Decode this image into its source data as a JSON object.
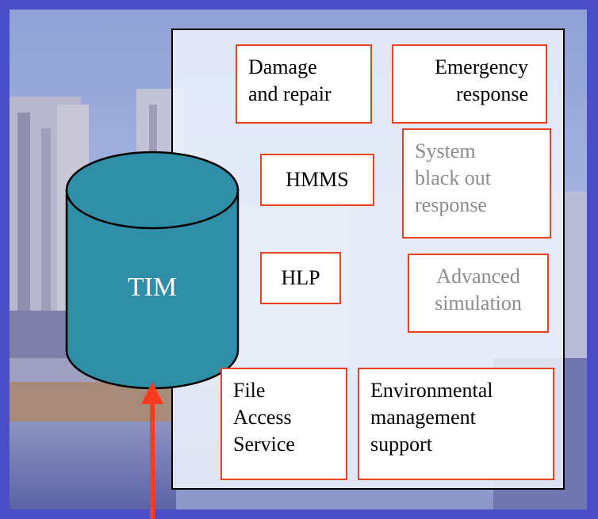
{
  "diagram": {
    "store_label": "TIM",
    "boxes": [
      {
        "id": "damage",
        "text": "Damage\nand repair",
        "state": "active"
      },
      {
        "id": "emergency",
        "text": "Emergency\nresponse",
        "state": "active"
      },
      {
        "id": "hmms",
        "text": "HMMS",
        "state": "active"
      },
      {
        "id": "blackout",
        "text": "System\nblack out\nresponse",
        "state": "inactive"
      },
      {
        "id": "hlp",
        "text": "HLP",
        "state": "active"
      },
      {
        "id": "advanced",
        "text": "Advanced\nsimulation",
        "state": "inactive"
      },
      {
        "id": "file_access",
        "text": "File\nAccess\nService",
        "state": "active"
      },
      {
        "id": "environmental",
        "text": "Environmental\nmanagement\n support",
        "state": "active"
      }
    ]
  },
  "colors": {
    "frame": "#4a4fc9",
    "box_border": "#e8421e",
    "cylinder_fill": "#2f8ea8",
    "arrow": "#ff3b1f",
    "inactive_text": "#8c8c8c"
  }
}
